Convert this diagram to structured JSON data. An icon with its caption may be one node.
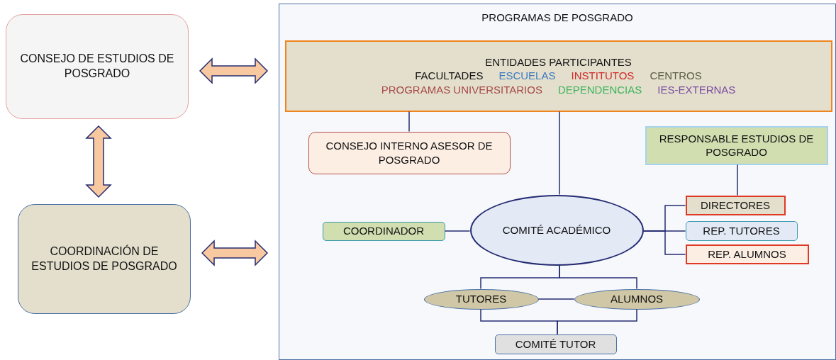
{
  "diagram": {
    "nodes": [
      {
        "text": [
          "CONSEJO DE ESTUDIOS DE POSGRADO"
        ]
      },
      {
        "text": [
          "COORDINACIÓN DE ESTUDIOS DE POSGRADO"
        ]
      },
      {
        "text": [
          "PROGRAMAS DE POSGRADO"
        ]
      },
      {
        "text": [
          "ENTIDADES PARTICIPANTES",
          "FACULTADES",
          "ESCUELAS",
          "INSTITUTOS",
          "CENTROS",
          "PROGRAMAS UNIVERSITARIOS",
          "DEPENDENCIAS",
          "IES-EXTERNAS"
        ],
        "in": 2
      },
      {
        "text": [
          "CONSEJO INTERNO ASESOR DE POSGRADO"
        ],
        "in": 2
      },
      {
        "text": [
          "RESPONSABLE ESTUDIOS DE POSGRADO"
        ],
        "in": 2
      },
      {
        "text": [
          "COORDINADOR"
        ],
        "in": 2
      },
      {
        "text": [
          "COMITÉ ACADÉMICO"
        ],
        "in": 2
      },
      {
        "text": [
          "DIRECTORES"
        ],
        "in": 2
      },
      {
        "text": [
          "REP. TUTORES"
        ],
        "in": 2
      },
      {
        "text": [
          "REP. ALUMNOS"
        ],
        "in": 2
      },
      {
        "text": [
          "TUTORES"
        ],
        "in": 2
      },
      {
        "text": [
          "ALUMNOS"
        ],
        "in": 2
      },
      {
        "text": [
          "COMITÉ TUTOR"
        ],
        "in": 2
      }
    ],
    "edges": [
      {
        "from": 0,
        "to": 2,
        "arrow": "both",
        "style": "thick",
        "color": "#f8c9a0"
      },
      {
        "from": 0,
        "to": 1,
        "arrow": "both",
        "style": "thick",
        "color": "#f8c9a0"
      },
      {
        "from": 1,
        "to": 2,
        "arrow": "both",
        "style": "thick",
        "color": "#f8c9a0"
      },
      {
        "from": 3,
        "to": 4,
        "arrow": "none"
      },
      {
        "from": 3,
        "to": 7,
        "arrow": "none"
      },
      {
        "from": 5,
        "to": 8,
        "arrow": "none"
      },
      {
        "from": 6,
        "to": 7,
        "arrow": "none"
      },
      {
        "from": 7,
        "to": 8,
        "arrow": "none"
      },
      {
        "from": 7,
        "to": 9,
        "arrow": "none"
      },
      {
        "from": 7,
        "to": 10,
        "arrow": "none"
      },
      {
        "from": 7,
        "to": 11,
        "arrow": "none"
      },
      {
        "from": 7,
        "to": 12,
        "arrow": "none"
      },
      {
        "from": 11,
        "to": 12,
        "arrow": "none"
      },
      {
        "from": 11,
        "to": 13,
        "arrow": "none"
      },
      {
        "from": 12,
        "to": 13,
        "arrow": "none"
      }
    ]
  }
}
